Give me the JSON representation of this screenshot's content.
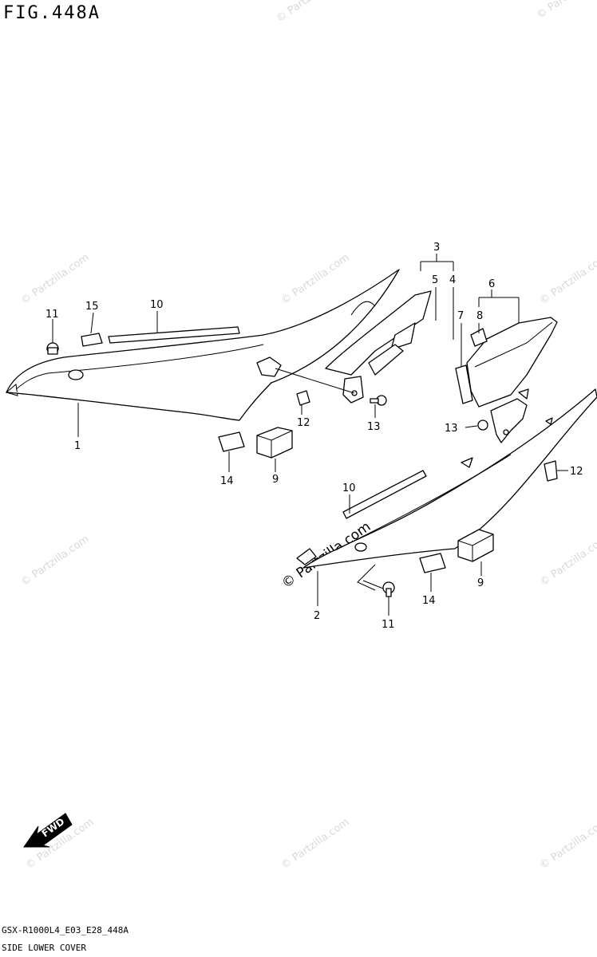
{
  "title": "FIG.448A",
  "footer": {
    "code": "GSX-R1000L4_E03_E28_448A",
    "name": "SIDE LOWER COVER"
  },
  "watermark": "© Partzilla.com",
  "fwd_label": "FWD",
  "callouts": {
    "c1": "1",
    "c2": "2",
    "c3": "3",
    "c4": "4",
    "c5": "5",
    "c6": "6",
    "c7": "7",
    "c8": "8",
    "c9a": "9",
    "c9b": "9",
    "c10a": "10",
    "c10b": "10",
    "c11a": "11",
    "c11b": "11",
    "c12a": "12",
    "c12b": "12",
    "c13a": "13",
    "c13b": "13",
    "c14a": "14",
    "c14b": "14",
    "c15": "15"
  }
}
